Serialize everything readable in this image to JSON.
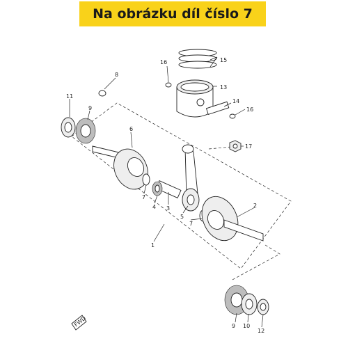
{
  "banner": {
    "text": "Na obrázku díl číslo 7",
    "color": "#f9d21a"
  },
  "callouts": {
    "c1": "1",
    "c2": "2",
    "c3": "3",
    "c4": "4",
    "c5": "5",
    "c6": "6",
    "c7a": "7",
    "c7b": "7",
    "c8": "8",
    "c9a": "9",
    "c9b": "9",
    "c10": "10",
    "c11": "11",
    "c12": "12",
    "c13": "13",
    "c14": "14",
    "c15": "15",
    "c16a": "16",
    "c16b": "16",
    "c17": "17"
  },
  "fwd_label": "FWD"
}
